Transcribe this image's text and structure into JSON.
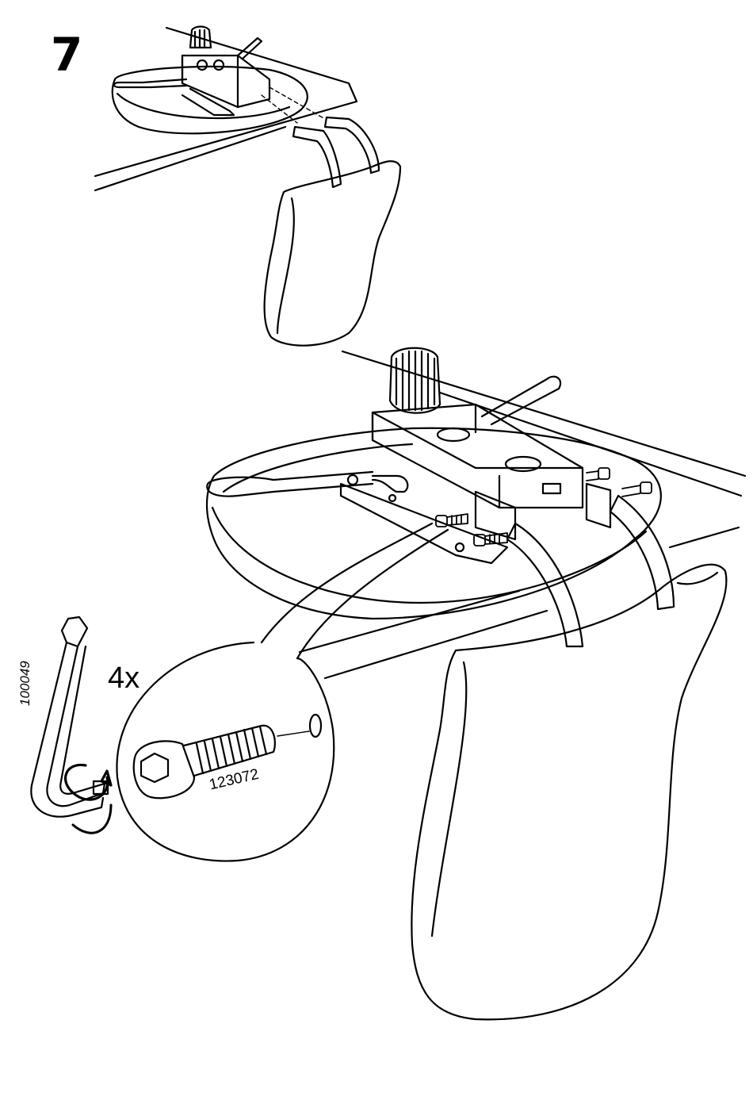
{
  "step": {
    "number": "7"
  },
  "detail": {
    "quantity": "4x",
    "screw_part_number": "123072"
  },
  "tool": {
    "allen_key_part_number": "100049"
  },
  "colors": {
    "line": "#000000",
    "background": "#ffffff"
  }
}
